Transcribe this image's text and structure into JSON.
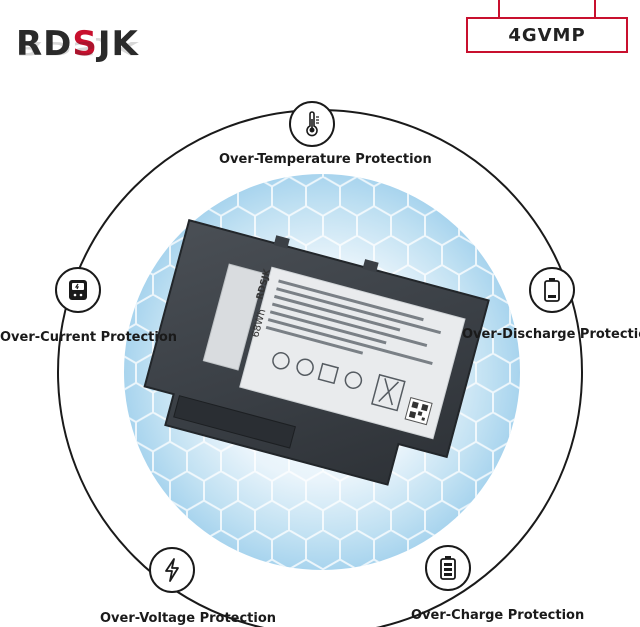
{
  "brand": {
    "logo_text_main": "RD",
    "logo_text_accent": "S",
    "logo_text_end": "JK",
    "accent_color": "#c8102e"
  },
  "model_badge": {
    "label": "4GVMP"
  },
  "battery": {
    "brand_label": "RDSJK",
    "capacity_label": "68Wh"
  },
  "features": {
    "top": {
      "label": "Over-Temperature Protection",
      "icon": "thermometer-icon"
    },
    "left": {
      "label": "Over-Current Protection",
      "icon": "current-meter-icon"
    },
    "right": {
      "label": "Over-Discharge Protection",
      "icon": "battery-low-icon"
    },
    "bottom_left": {
      "label": "Over-Voltage Protection",
      "icon": "lightning-icon"
    },
    "bottom_right": {
      "label": "Over-Charge Protection",
      "icon": "battery-full-icon"
    }
  }
}
